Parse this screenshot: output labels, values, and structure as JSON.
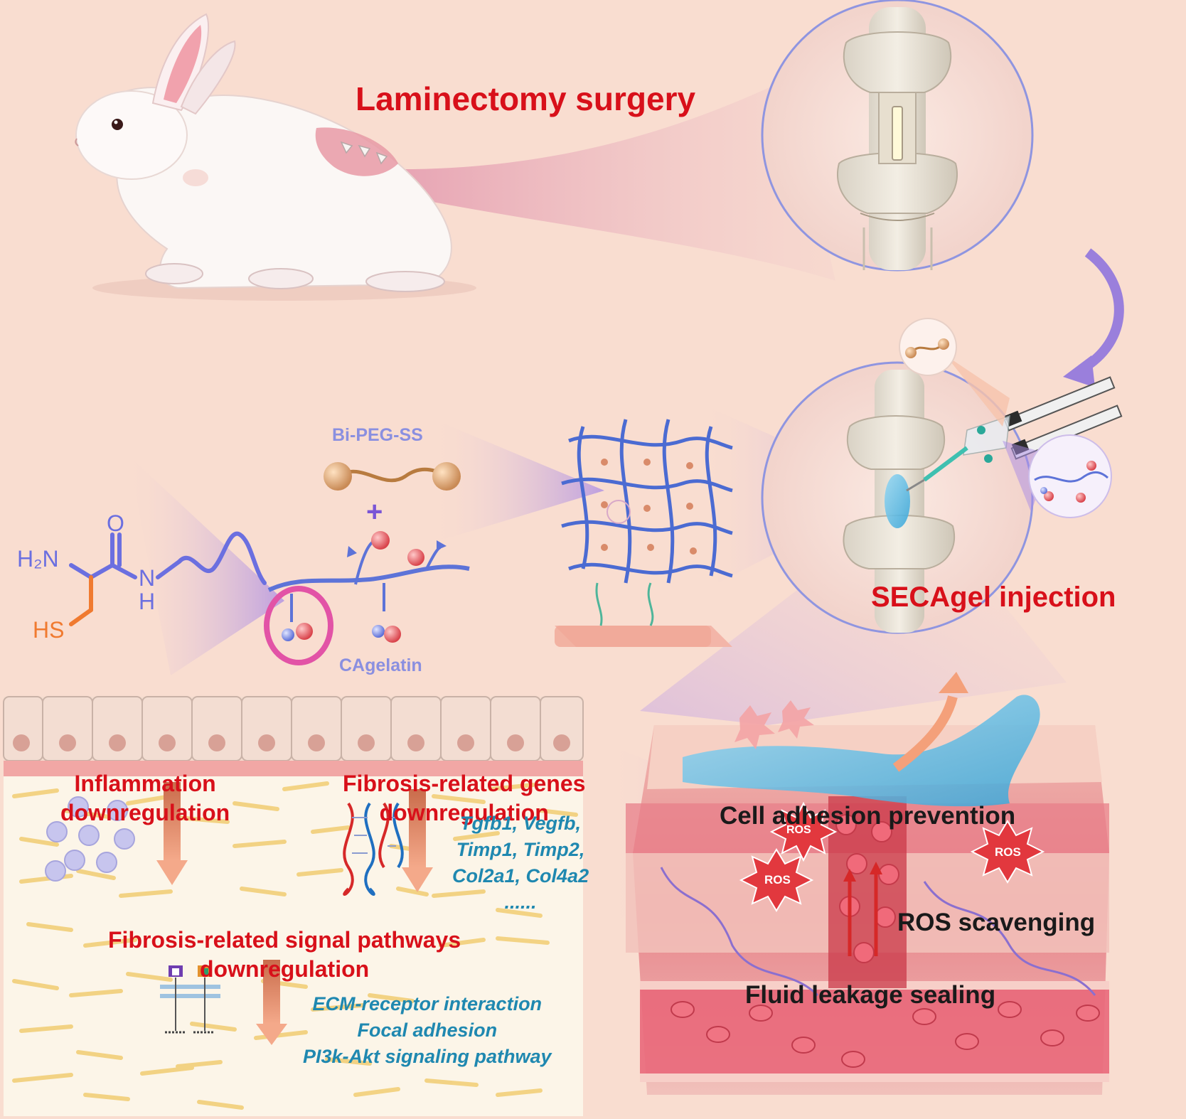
{
  "top": {
    "title": "Laminectomy surgery"
  },
  "middle": {
    "crosslinker_label": "Bi-PEG-SS",
    "plus_sign": "+",
    "polymer_label": "CAgelatin",
    "injection_label": "SECAgel injection",
    "molecule": {
      "amine": "H₂N",
      "carbonyl_o": "O",
      "amide_n": "N",
      "amide_h": "H",
      "thiol": "HS"
    }
  },
  "bottom_left": {
    "inflammation": "Inflammation\ndownregulation",
    "genes_heading": "Fibrosis-related genes\ndownregulation",
    "genes_list": "Tgfb1, Vegfb,\nTimp1, Timp2,\nCol2a1, Col4a2\n......",
    "pathways_heading": "Fibrosis-related signal pathways\ndownregulation",
    "pathways_list": "ECM-receptor interaction\nFocal adhesion\nPI3k-Akt signaling pathway"
  },
  "bottom_right": {
    "cell_adhesion": "Cell adhesion prevention",
    "ros_badge": "ROS",
    "ros_scavenging": "ROS scavenging",
    "fluid_sealing": "Fluid leakage sealing"
  },
  "colors": {
    "background": "#f9ddd0",
    "red_text": "#d8101a",
    "purple_arrow": "#9c7ad8",
    "teal_text": "#1f88b0",
    "gel_blue": "#6fc3ea",
    "tissue_pink": "#e98a93"
  }
}
